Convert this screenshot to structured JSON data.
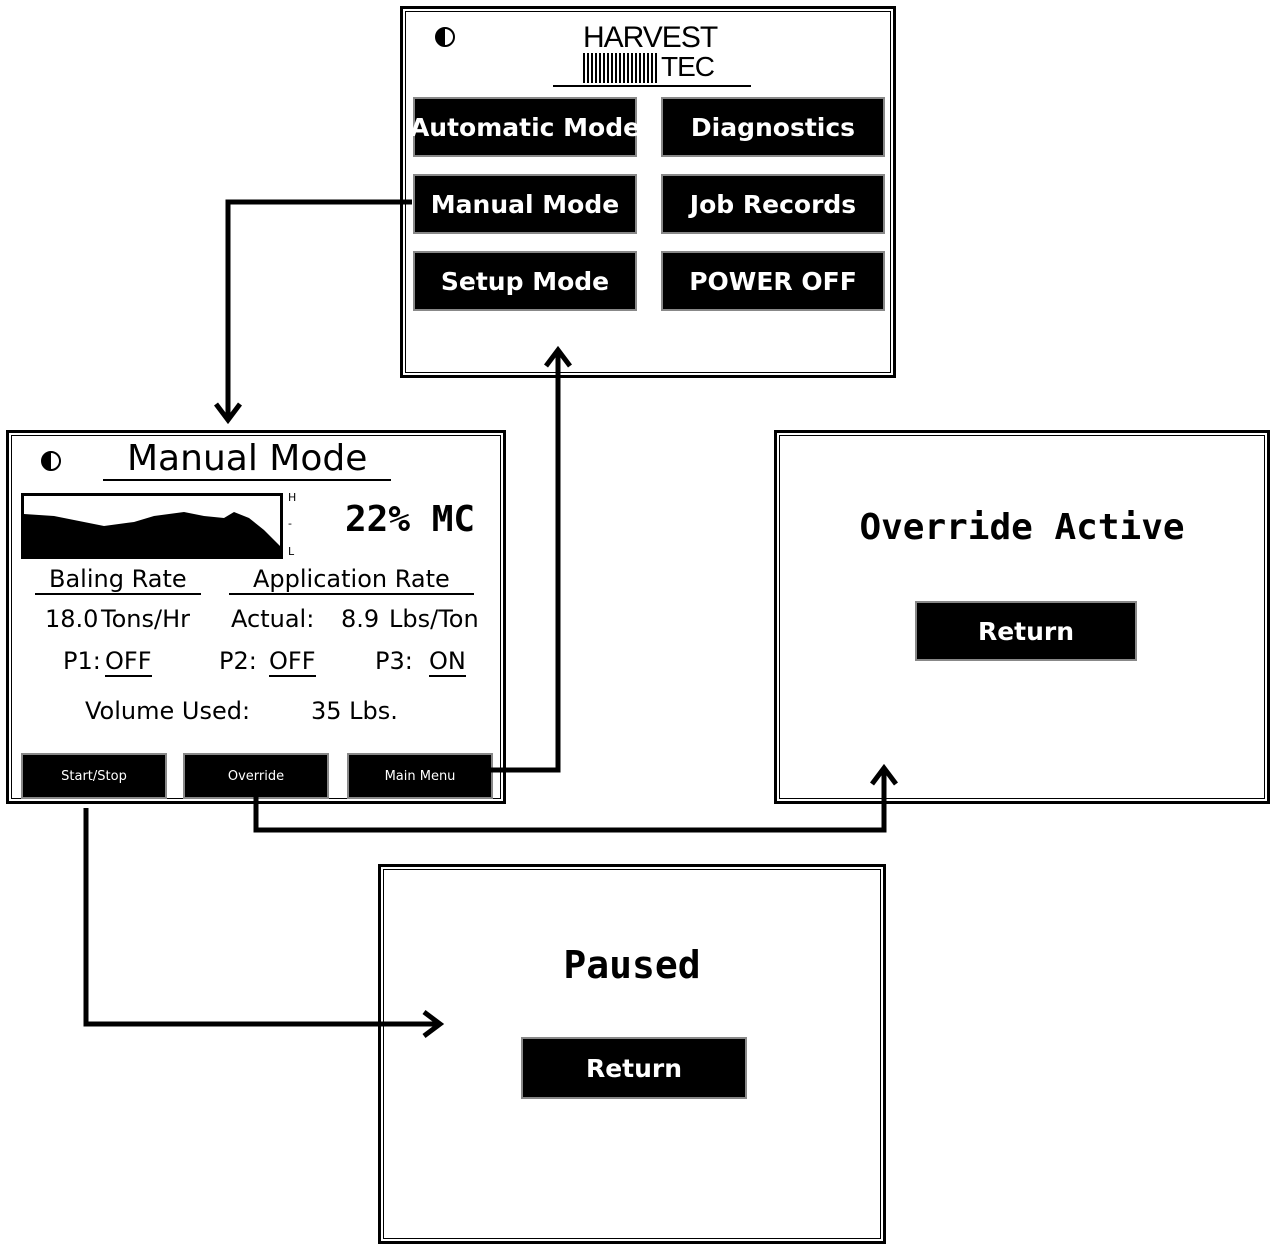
{
  "main_menu": {
    "logo_top": "HARVEST",
    "logo_bottom": "TEC",
    "buttons": {
      "automatic": "Automatic Mode",
      "diagnostics": "Diagnostics",
      "manual": "Manual Mode",
      "job_records": "Job Records",
      "setup": "Setup Mode",
      "power_off": "POWER OFF"
    }
  },
  "manual_mode": {
    "title": "Manual Mode",
    "moisture": "22% MC",
    "gauge_labels": {
      "high": "H",
      "mid": "-",
      "low": "L"
    },
    "baling_rate_label": "Baling Rate",
    "baling_rate_value": "18.0",
    "baling_rate_unit": "Tons/Hr",
    "application_rate_label": "Application Rate",
    "actual_label": "Actual:",
    "actual_value": "8.9",
    "actual_unit": "Lbs/Ton",
    "pumps": [
      {
        "label": "P1:",
        "state": "OFF"
      },
      {
        "label": "P2:",
        "state": "OFF"
      },
      {
        "label": "P3:",
        "state": "ON"
      }
    ],
    "volume_label": "Volume Used:",
    "volume_value": "35 Lbs.",
    "buttons": {
      "start_stop": "Start/Stop",
      "override": "Override",
      "main_menu": "Main Menu"
    }
  },
  "override_screen": {
    "title": "Override Active",
    "return_label": "Return"
  },
  "paused_screen": {
    "title": "Paused",
    "return_label": "Return"
  }
}
